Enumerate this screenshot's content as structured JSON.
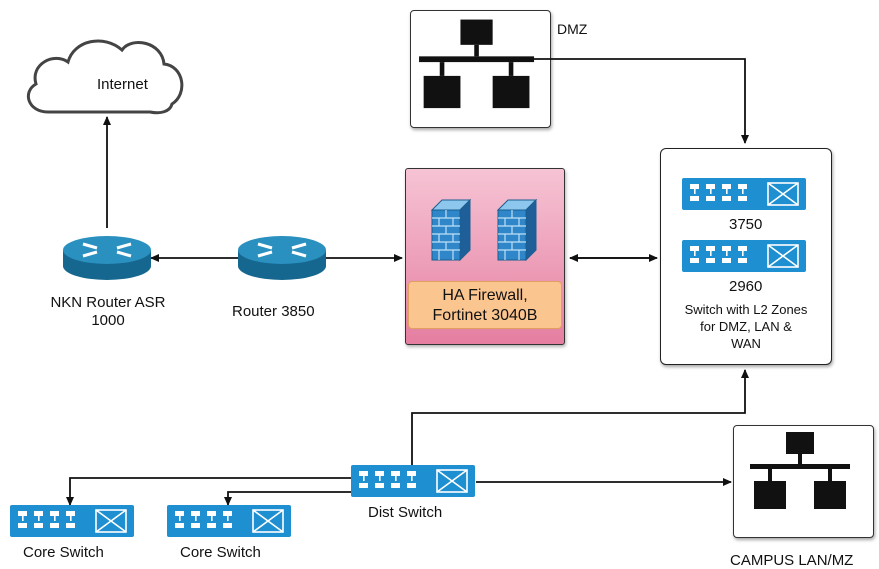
{
  "labels": {
    "dmz": "DMZ",
    "internet": "Internet",
    "nkn_router": "NKN Router ASR\n1000",
    "router_3850": "Router 3850",
    "firewall": "HA Firewall,\nFortinet 3040B",
    "switch_3750": "3750",
    "switch_2960": "2960",
    "switch_zones": "Switch with L2 Zones\nfor DMZ, LAN &\nWAN",
    "dist_switch": "Dist Switch",
    "core_switch_1": "Core Switch",
    "core_switch_2": "Core Switch",
    "campus": "CAMPUS LAN/MZ"
  },
  "colors": {
    "router_blue": "#1f7fa8",
    "switch_blue": "#1e8fd0",
    "firewall_blue": "#2f7fc0",
    "firewall_bg": "#e57ea0",
    "firewall_label_bg": "#fbc590"
  },
  "icons": [
    "cloud-icon",
    "router-icon",
    "switch-icon",
    "firewall-icon",
    "network-icon"
  ]
}
